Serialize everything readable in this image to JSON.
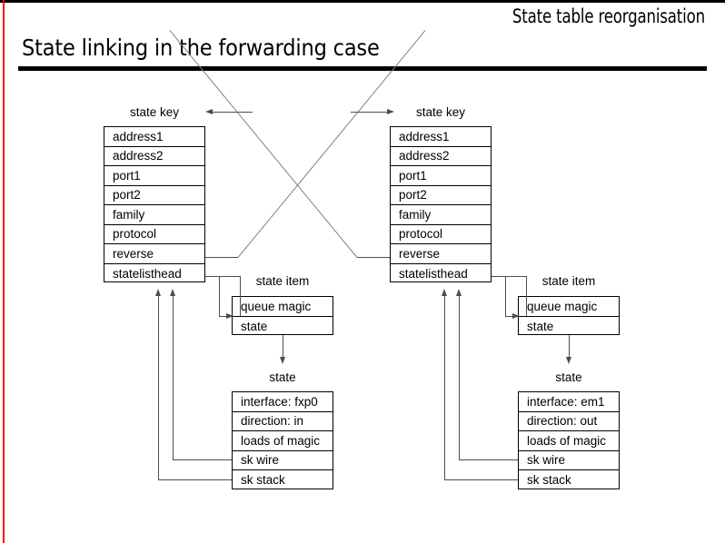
{
  "page": {
    "kicker": "State table reorganisation",
    "title": "State linking in the forwarding case",
    "accent_red": "#ff0000",
    "line_color": "#4d4d4d",
    "diagonal_color": "#808080",
    "text_color": "#000000",
    "background": "#ffffff"
  },
  "diagram": {
    "captions": {
      "state_key_left": "state key",
      "state_key_right": "state key",
      "state_item_left": "state item",
      "state_item_right": "state item",
      "state_left": "state",
      "state_right": "state"
    },
    "state_key_left": {
      "title": "state key",
      "rows": [
        "address1",
        "address2",
        "port1",
        "port2",
        "family",
        "protocol",
        "reverse",
        "statelisthead"
      ]
    },
    "state_key_right": {
      "title": "state key",
      "rows": [
        "address1",
        "address2",
        "port1",
        "port2",
        "family",
        "protocol",
        "reverse",
        "statelisthead"
      ]
    },
    "state_item_left": {
      "title": "state item",
      "rows": [
        "queue magic",
        "state"
      ]
    },
    "state_item_right": {
      "title": "state item",
      "rows": [
        "queue magic",
        "state"
      ]
    },
    "state_left": {
      "title": "state",
      "rows": [
        "interface: fxp0",
        "direction: in",
        "loads of magic",
        "sk wire",
        "sk stack"
      ]
    },
    "state_right": {
      "title": "state",
      "rows": [
        "interface: em1",
        "direction: out",
        "loads of magic",
        "sk wire",
        "sk stack"
      ]
    }
  }
}
